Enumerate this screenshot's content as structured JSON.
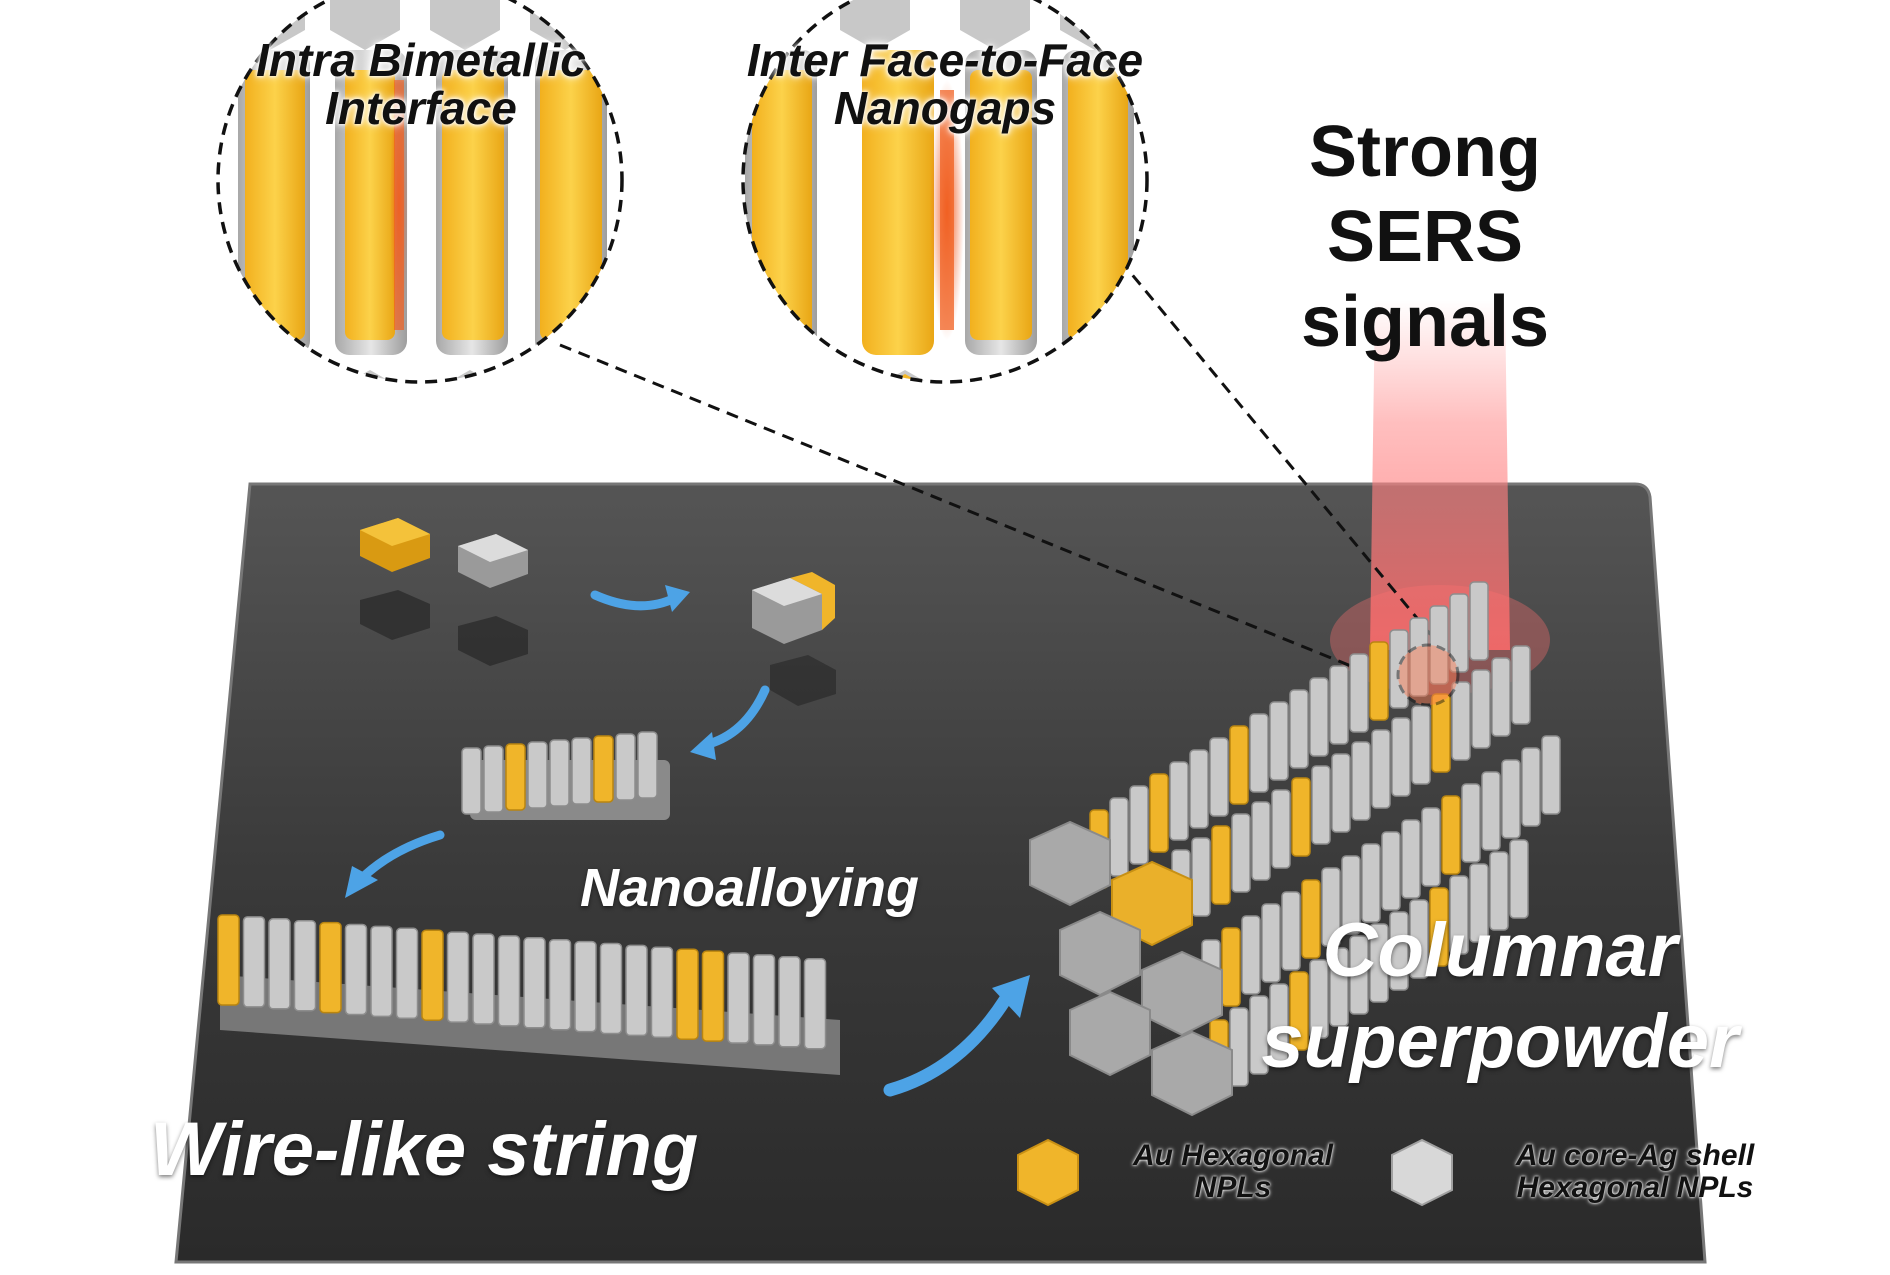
{
  "zoom_left": {
    "line1": "Intra Bimetallic",
    "line2": "Interface"
  },
  "zoom_right": {
    "line1": "Inter Face-to-Face",
    "line2": "Nanogaps"
  },
  "signal": {
    "line1": "Strong",
    "line2": "SERS",
    "line3": "signals"
  },
  "steps": {
    "nanoalloying": "Nanoalloying",
    "wire": "Wire-like string"
  },
  "product": {
    "line1": "Columnar",
    "line2": "superpowder"
  },
  "legend": {
    "au": {
      "line1": "Au Hexagonal",
      "line2": "NPLs"
    },
    "core_shell": {
      "line1": "Au core-Ag shell",
      "line2": "Hexagonal NPLs"
    }
  },
  "colors": {
    "gold": "#f0b52a",
    "silver": "#c9c9c9",
    "substrate": "#3a3a3a",
    "arrow": "#4da3e6",
    "hotspot": "#f0602a",
    "beam": "#ff8080"
  }
}
